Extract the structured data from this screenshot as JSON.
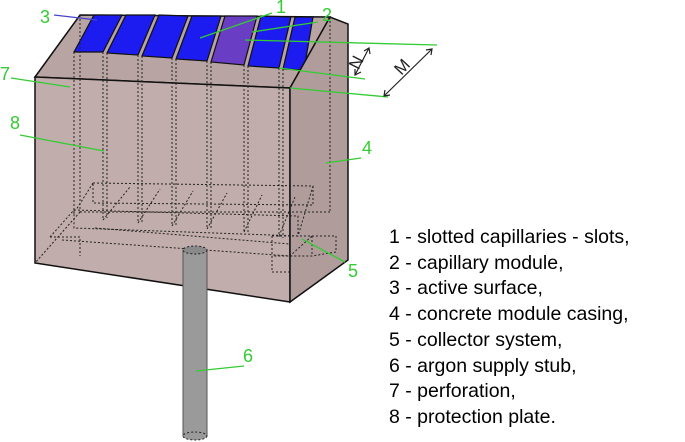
{
  "callouts": [
    {
      "id": "1",
      "label": "1"
    },
    {
      "id": "2",
      "label": "2"
    },
    {
      "id": "3",
      "label": "3"
    },
    {
      "id": "4",
      "label": "4"
    },
    {
      "id": "5",
      "label": "5"
    },
    {
      "id": "6",
      "label": "6"
    },
    {
      "id": "7",
      "label": "7"
    },
    {
      "id": "8",
      "label": "8"
    }
  ],
  "dimensions": {
    "n": "N",
    "m": "M"
  },
  "legend": [
    "1 - slotted capillaries - slots,",
    "2 - capillary module,",
    "3 - active surface,",
    "4 - concrete module casing,",
    "5 - collector system,",
    "6 - argon supply stub,",
    "7 - perforation,",
    "8 - protection plate."
  ],
  "colors": {
    "casing": "#c1adab",
    "casing_top": "#b8a5a3",
    "casing_side": "#b09c9a",
    "active_surface": "#1c1cf0",
    "capillary_module": "#6a3ec4",
    "callout": "#33cc33",
    "stub": "#9a9a9a"
  }
}
